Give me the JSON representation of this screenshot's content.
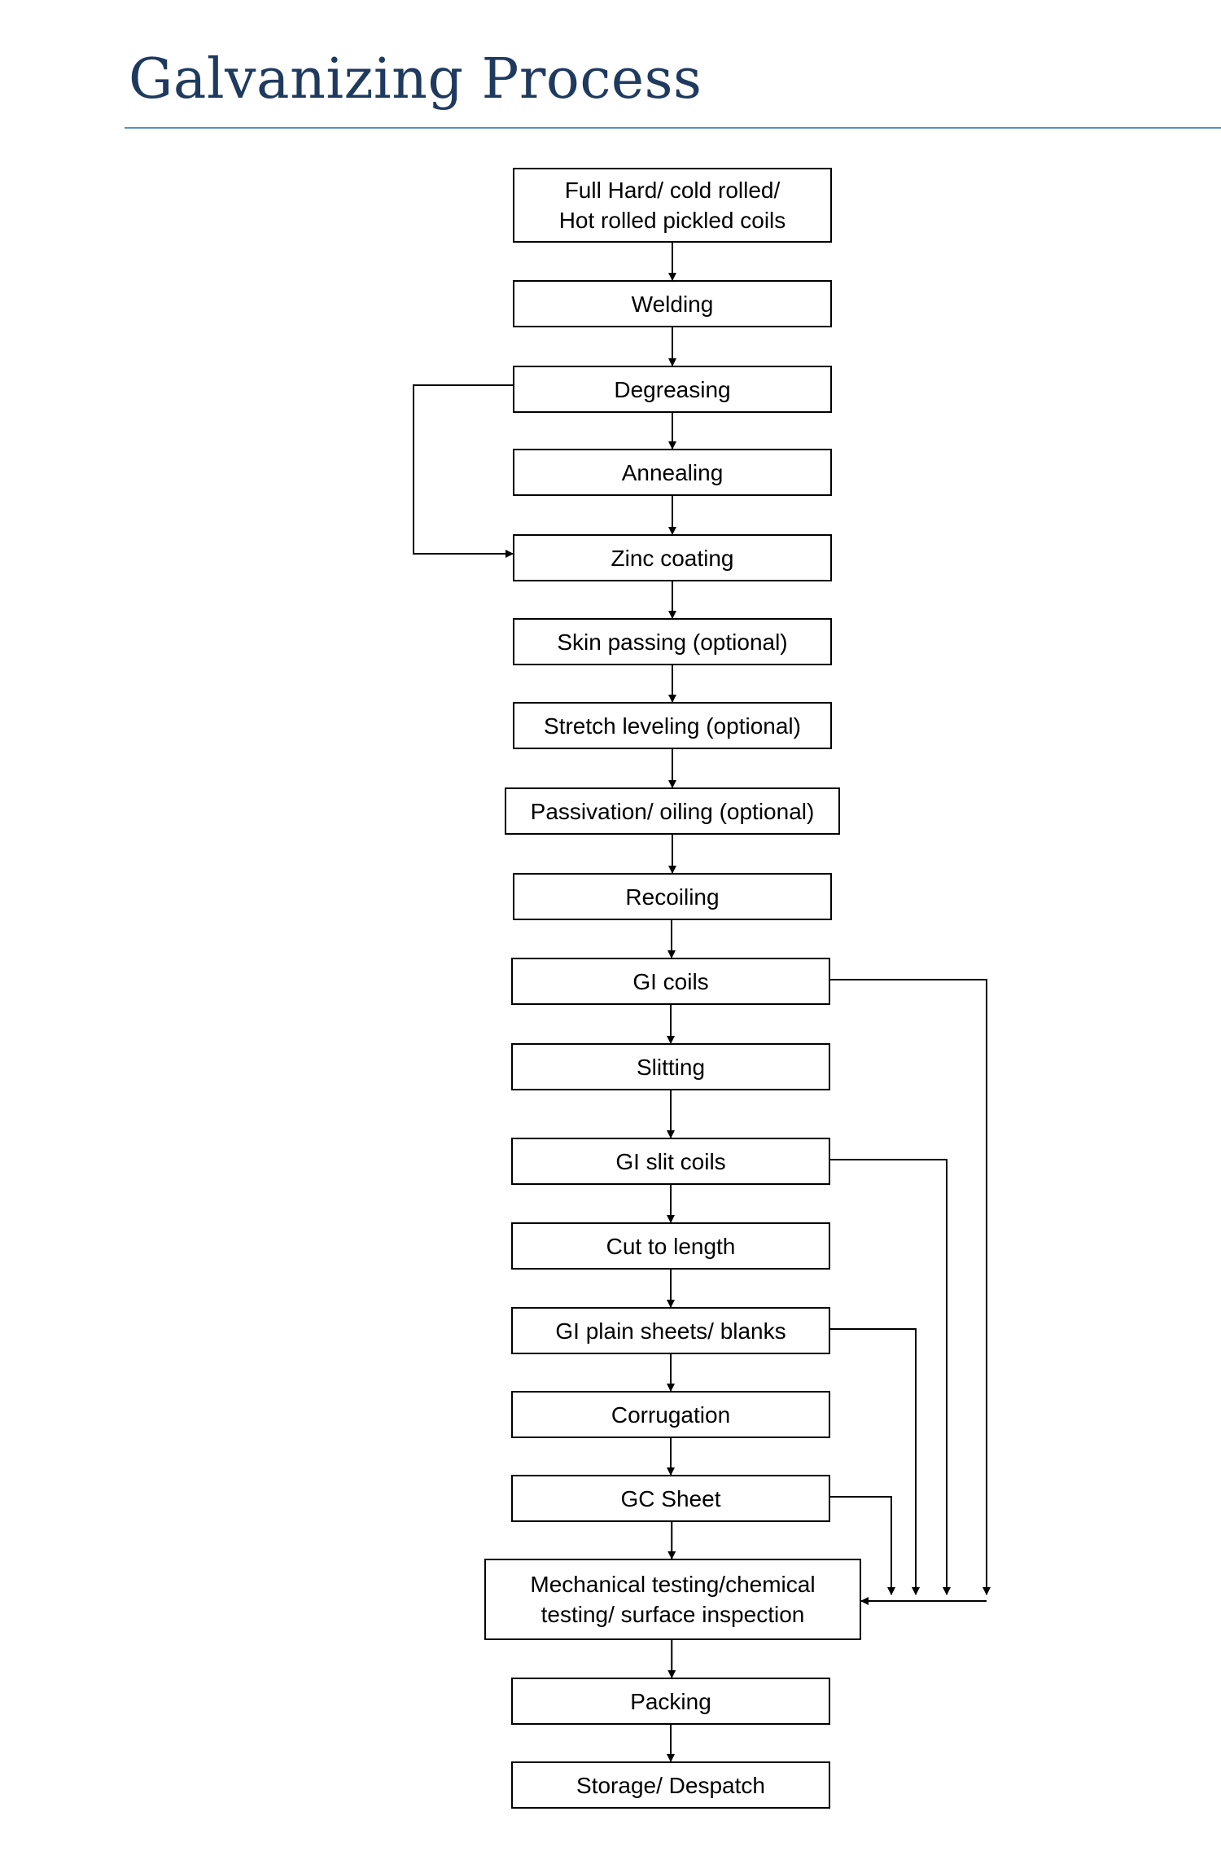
{
  "page": {
    "title": "Galvanizing Process"
  },
  "steps": [
    {
      "id": "s1",
      "label": "Full Hard/ cold rolled/\nHot rolled pickled coils"
    },
    {
      "id": "s2",
      "label": "Welding"
    },
    {
      "id": "s3",
      "label": "Degreasing"
    },
    {
      "id": "s4",
      "label": "Annealing"
    },
    {
      "id": "s5",
      "label": "Zinc coating"
    },
    {
      "id": "s6",
      "label": "Skin passing (optional)"
    },
    {
      "id": "s7",
      "label": "Stretch leveling (optional)"
    },
    {
      "id": "s8",
      "label": "Passivation/ oiling (optional)"
    },
    {
      "id": "s9",
      "label": "Recoiling"
    },
    {
      "id": "s10",
      "label": "GI coils"
    },
    {
      "id": "s11",
      "label": "Slitting"
    },
    {
      "id": "s12",
      "label": "GI slit coils"
    },
    {
      "id": "s13",
      "label": "Cut to length"
    },
    {
      "id": "s14",
      "label": "GI plain sheets/ blanks"
    },
    {
      "id": "s15",
      "label": "Corrugation"
    },
    {
      "id": "s16",
      "label": "GC Sheet"
    },
    {
      "id": "s17",
      "label": "Mechanical testing/chemical\ntesting/ surface inspection"
    },
    {
      "id": "s18",
      "label": "Packing"
    },
    {
      "id": "s19",
      "label": "Storage/ Despatch"
    }
  ],
  "connections": [
    {
      "from": "s1",
      "to": "s2"
    },
    {
      "from": "s2",
      "to": "s3"
    },
    {
      "from": "s3",
      "to": "s4"
    },
    {
      "from": "s4",
      "to": "s5"
    },
    {
      "from": "s3",
      "to": "s5",
      "route": "bypass-left"
    },
    {
      "from": "s5",
      "to": "s6"
    },
    {
      "from": "s6",
      "to": "s7"
    },
    {
      "from": "s7",
      "to": "s8"
    },
    {
      "from": "s8",
      "to": "s9"
    },
    {
      "from": "s9",
      "to": "s10"
    },
    {
      "from": "s10",
      "to": "s11"
    },
    {
      "from": "s11",
      "to": "s12"
    },
    {
      "from": "s12",
      "to": "s13"
    },
    {
      "from": "s13",
      "to": "s14"
    },
    {
      "from": "s14",
      "to": "s15"
    },
    {
      "from": "s15",
      "to": "s16"
    },
    {
      "from": "s16",
      "to": "s17"
    },
    {
      "from": "s17",
      "to": "s18"
    },
    {
      "from": "s18",
      "to": "s19"
    },
    {
      "from": "s10",
      "to": "s17",
      "route": "bypass-right"
    },
    {
      "from": "s12",
      "to": "s17",
      "route": "bypass-right"
    },
    {
      "from": "s14",
      "to": "s17",
      "route": "bypass-right"
    },
    {
      "from": "s16",
      "to": "s17",
      "route": "bypass-right"
    }
  ]
}
